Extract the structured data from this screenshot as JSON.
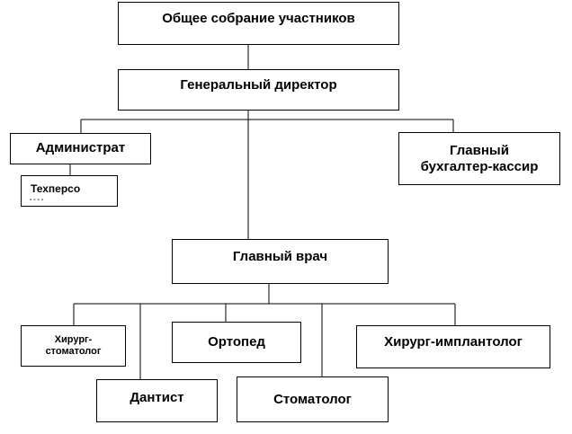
{
  "org_chart": {
    "meeting": "Общее собрание участников",
    "general_director": "Генеральный директор",
    "administrator": "Администрат",
    "tech_staff": "Техперсо",
    "tech_staff_tail": "- - - -",
    "chief_accountant_line1": "Главный",
    "chief_accountant_line2": "бухгалтер-кассир",
    "chief_doctor": "Главный врач",
    "surgeon_dentist_line1": "Хирург-",
    "surgeon_dentist_line2": "стоматолог",
    "orthopedist": "Ортопед",
    "surgeon_implantologist": "Хирург-имплантолог",
    "dentist": "Дантист",
    "stomatologist": "Стоматолог"
  }
}
